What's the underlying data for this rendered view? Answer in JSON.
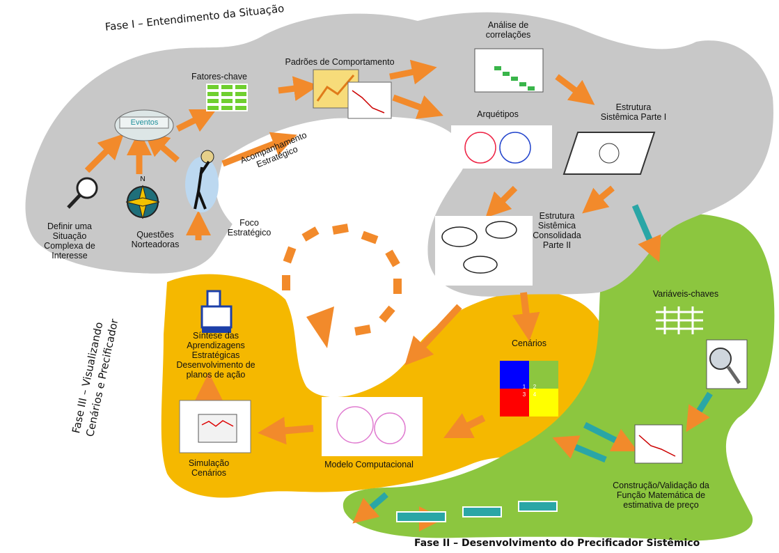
{
  "phases": {
    "phase1": "Fase I – Entendimento da Situação",
    "phase2": "Fase II – Desenvolvimento do Precificador Sistêmico",
    "phase3_line1": "Fase III – Visualizando",
    "phase3_line2": "Cenários e Precificador"
  },
  "phase1_nodes": {
    "definir": [
      "Definir uma",
      "Situação",
      "Complexa de",
      "Interesse"
    ],
    "questoes": [
      "Questões",
      "Norteadoras"
    ],
    "foco": [
      "Foco",
      "Estratégico"
    ],
    "eventos": "Eventos",
    "fatores": "Fatores-chave",
    "padroes": "Padrões de Comportamento",
    "analise": [
      "Análise de",
      "correlações"
    ],
    "arquetipos": "Arquétipos",
    "estrutura1": [
      "Estrutura",
      "Sistêmica Parte I"
    ],
    "estrutura2": [
      "Estrutura",
      "Sistêmica",
      "Consolidada",
      "Parte II"
    ],
    "acompanhamento": [
      "Acompanhamento",
      "Estratégico"
    ]
  },
  "phase2_nodes": {
    "variaveis": "Variáveis-chaves",
    "construcao": [
      "Construção/Validação da",
      "Função Matemática de",
      "estimativa de preço"
    ]
  },
  "phase3_nodes": {
    "cenarios": "Cenários",
    "quadrant_numbers": [
      "1",
      "2",
      "3",
      "4"
    ],
    "modelo": "Modelo Computacional",
    "simulacao": [
      "Simulação",
      "Cenários"
    ],
    "sintese": [
      "Síntese das",
      "Aprendizagens",
      "Estratégicas",
      "Desenvolvimento de",
      "planos de ação"
    ]
  },
  "colors": {
    "phase1_fill": "#c8c8c8",
    "phase2_fill": "#8cc63f",
    "phase3_fill": "#f5b800",
    "arrow_orange": "#f28a2b",
    "arrow_teal": "#2aa6a6",
    "quad_blue": "#0000ff",
    "quad_green": "#8cc63f",
    "quad_red": "#ff0000",
    "quad_yellow": "#ffff00"
  },
  "icons": [
    "magnifier-icon",
    "compass-icon",
    "person-target-icon",
    "cloud-icon",
    "grid-table-icon",
    "chart-icon",
    "pointing-hand-icon",
    "magnifying-glass-icon"
  ]
}
